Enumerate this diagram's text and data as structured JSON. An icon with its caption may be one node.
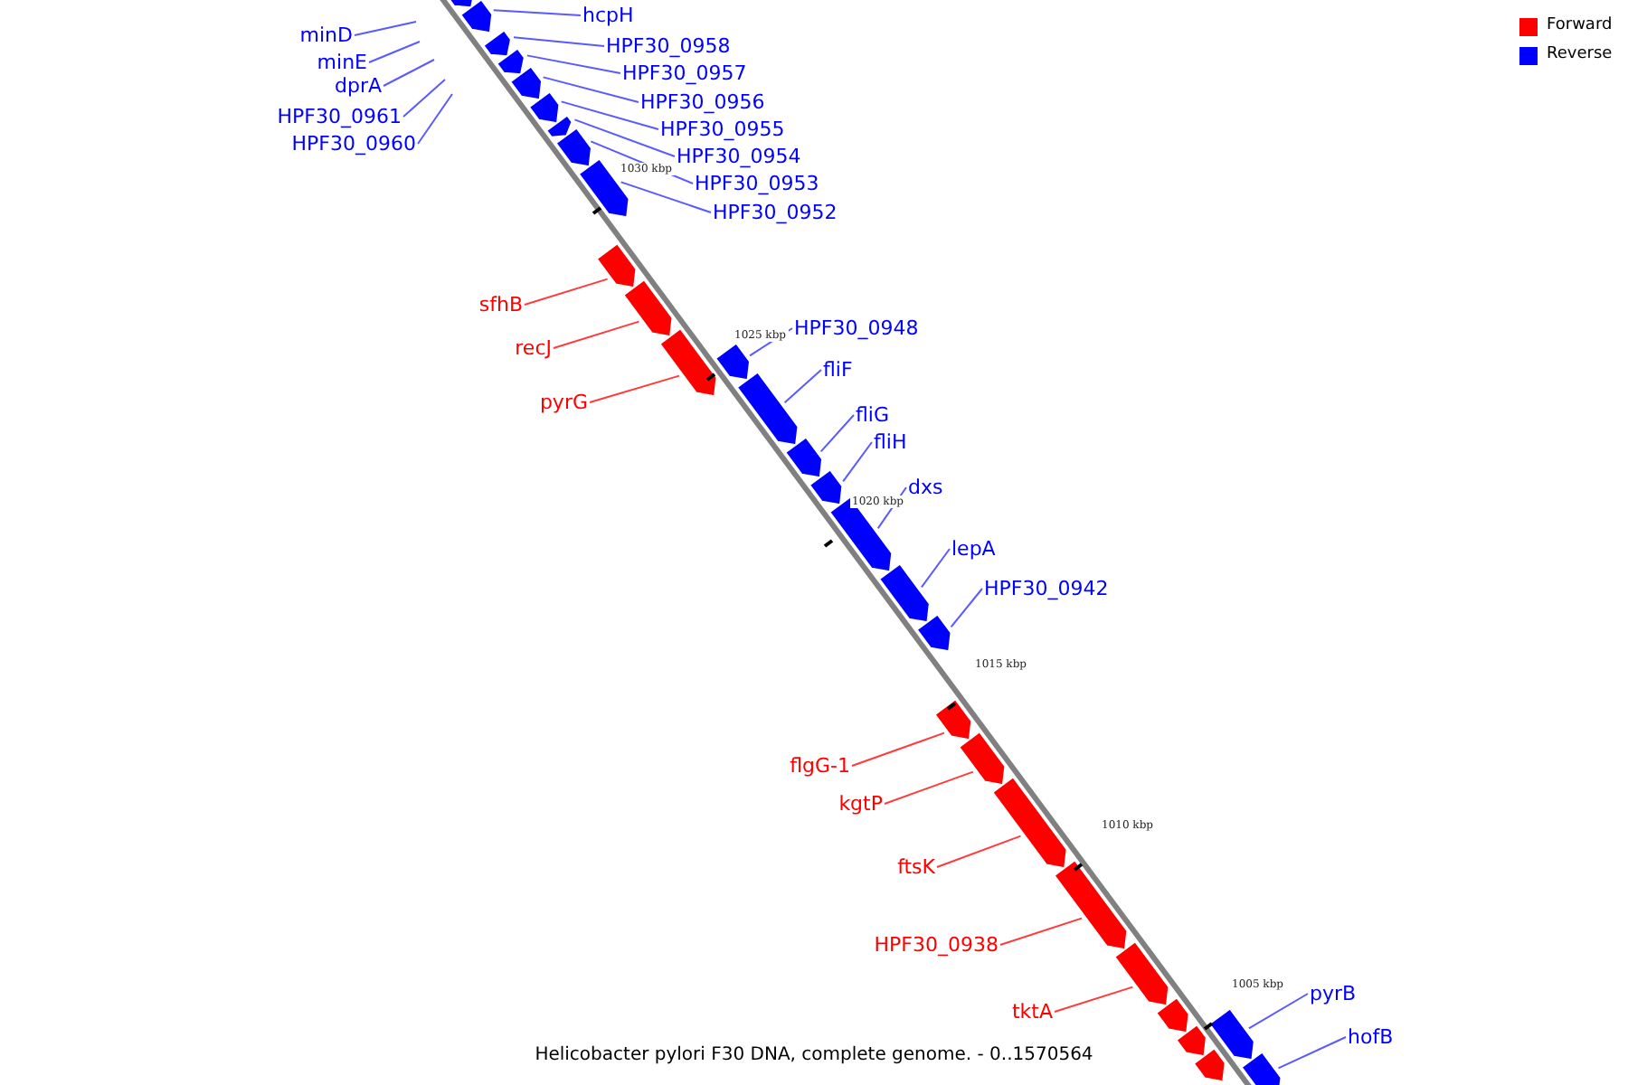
{
  "diagram": {
    "caption": "Helicobacter pylori F30 DNA, complete genome. - 0..1570564",
    "nodes": [
      {
        "text": [
          "minD"
        ]
      },
      {
        "text": [
          "minE"
        ]
      },
      {
        "text": [
          "dprA"
        ]
      },
      {
        "text": [
          "HPF30_0961"
        ]
      },
      {
        "text": [
          "HPF30_0960"
        ]
      },
      {
        "text": [
          "hcpH"
        ]
      },
      {
        "text": [
          "HPF30_0958"
        ]
      },
      {
        "text": [
          "HPF30_0957"
        ]
      },
      {
        "text": [
          "HPF30_0956"
        ]
      },
      {
        "text": [
          "HPF30_0955"
        ]
      },
      {
        "text": [
          "HPF30_0954"
        ]
      },
      {
        "text": [
          "HPF30_0953"
        ]
      },
      {
        "text": [
          "HPF30_0952"
        ]
      },
      {
        "text": [
          "sfhB"
        ]
      },
      {
        "text": [
          "recJ"
        ]
      },
      {
        "text": [
          "pyrG"
        ]
      },
      {
        "text": [
          "HPF30_0948"
        ]
      },
      {
        "text": [
          "fliF"
        ]
      },
      {
        "text": [
          "fliG"
        ]
      },
      {
        "text": [
          "fliH"
        ]
      },
      {
        "text": [
          "dxs"
        ]
      },
      {
        "text": [
          "lepA"
        ]
      },
      {
        "text": [
          "HPF30_0942"
        ]
      },
      {
        "text": [
          "flgG-1"
        ]
      },
      {
        "text": [
          "kgtP"
        ]
      },
      {
        "text": [
          "ftsK"
        ]
      },
      {
        "text": [
          "HPF30_0938"
        ]
      },
      {
        "text": [
          "tktA"
        ]
      },
      {
        "text": [
          "pyrB"
        ]
      },
      {
        "text": [
          "hofB"
        ]
      },
      {
        "text": [],
        "shape": "box"
      },
      {
        "text": [],
        "shape": "box"
      },
      {
        "text": [],
        "shape": "box"
      },
      {
        "text": [],
        "shape": "box"
      },
      {
        "text": [],
        "shape": "box"
      },
      {
        "text": [],
        "shape": "box"
      },
      {
        "text": [],
        "shape": "box"
      },
      {
        "text": [],
        "shape": "box"
      },
      {
        "text": [],
        "shape": "box"
      },
      {
        "text": [],
        "shape": "box"
      },
      {
        "text": [],
        "shape": "box"
      },
      {
        "text": [],
        "shape": "box"
      },
      {
        "text": [],
        "shape": "box"
      },
      {
        "text": [],
        "shape": "box"
      },
      {
        "text": [],
        "shape": "box"
      },
      {
        "text": [],
        "shape": "box"
      },
      {
        "text": [],
        "shape": "box"
      },
      {
        "text": [],
        "shape": "box"
      },
      {
        "text": [],
        "shape": "box"
      },
      {
        "text": [],
        "shape": "box"
      },
      {
        "text": [],
        "shape": "box"
      },
      {
        "text": [],
        "shape": "box"
      },
      {
        "text": [],
        "shape": "box"
      },
      {
        "text": [],
        "shape": "box"
      },
      {
        "text": [],
        "shape": "box"
      },
      {
        "text": [],
        "shape": "box"
      },
      {
        "text": [],
        "shape": "box"
      },
      {
        "text": [],
        "shape": "box"
      },
      {
        "text": [],
        "shape": "box"
      }
    ],
    "edges": [
      {
        "from": 0,
        "to": null,
        "arrow": "none"
      },
      {
        "from": 1,
        "to": null,
        "arrow": "none"
      },
      {
        "from": 2,
        "to": null,
        "arrow": "none"
      },
      {
        "from": 3,
        "to": null,
        "arrow": "none"
      },
      {
        "from": 4,
        "to": null,
        "arrow": "none"
      },
      {
        "from": 5,
        "to": 31,
        "arrow": "none"
      },
      {
        "from": 6,
        "to": 32,
        "arrow": "none"
      },
      {
        "from": 7,
        "to": 33,
        "arrow": "none"
      },
      {
        "from": 8,
        "to": 34,
        "arrow": "none"
      },
      {
        "from": 9,
        "to": 35,
        "arrow": "none"
      },
      {
        "from": 10,
        "to": 36,
        "arrow": "none"
      },
      {
        "from": 11,
        "to": 37,
        "arrow": "none"
      },
      {
        "from": 12,
        "to": 38,
        "arrow": "none"
      },
      {
        "from": 13,
        "to": 39,
        "arrow": "none",
        "color": "#ff3b3b"
      },
      {
        "from": 14,
        "to": 40,
        "arrow": "none",
        "color": "#ff3b3b"
      },
      {
        "from": 15,
        "to": 41,
        "arrow": "none",
        "color": "#ff3b3b"
      },
      {
        "from": 16,
        "to": 42,
        "arrow": "none"
      },
      {
        "from": 17,
        "to": 43,
        "arrow": "none"
      },
      {
        "from": 18,
        "to": 44,
        "arrow": "none"
      },
      {
        "from": 19,
        "to": 45,
        "arrow": "none"
      },
      {
        "from": 20,
        "to": 46,
        "arrow": "none"
      },
      {
        "from": 21,
        "to": 47,
        "arrow": "none"
      },
      {
        "from": 22,
        "to": 48,
        "arrow": "none"
      },
      {
        "from": 23,
        "to": 49,
        "arrow": "none",
        "color": "#ff3b3b"
      },
      {
        "from": 24,
        "to": 50,
        "arrow": "none",
        "color": "#ff3b3b"
      },
      {
        "from": 25,
        "to": 51,
        "arrow": "none",
        "color": "#ff3b3b"
      },
      {
        "from": 26,
        "to": 52,
        "arrow": "none",
        "color": "#ff3b3b"
      },
      {
        "from": 27,
        "to": 53,
        "arrow": "none",
        "color": "#ff3b3b"
      },
      {
        "from": 28,
        "to": 56,
        "arrow": "none"
      },
      {
        "from": 29,
        "to": 58,
        "arrow": "none"
      }
    ],
    "labels": [
      "1030 kbp",
      "1025 kbp",
      "1020 kbp",
      "1015 kbp",
      "1010 kbp",
      "1005 kbp"
    ],
    "legend": [
      {
        "text": "Forward",
        "color": "#ff0000"
      },
      {
        "text": "Reverse",
        "color": "#0000ff"
      }
    ]
  }
}
